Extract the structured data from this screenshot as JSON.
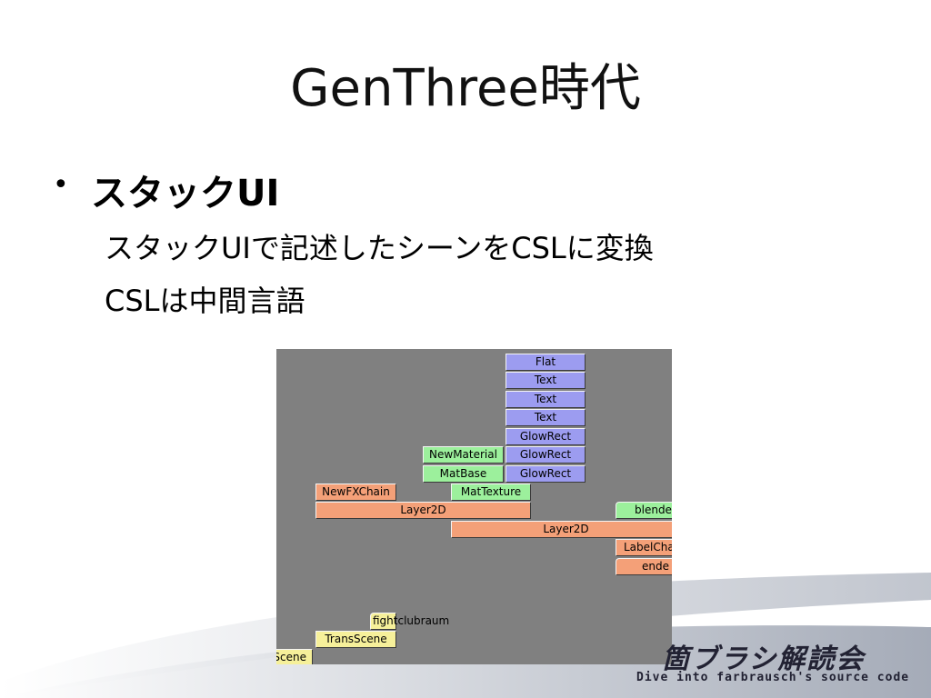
{
  "slide": {
    "title": "GenThree時代",
    "bullet_marker": "•",
    "bullet": "スタックUI",
    "sublines": [
      "スタックUIで記述したシーンをCSLに変換",
      "CSLは中間言語"
    ]
  },
  "stack_ui": {
    "ops": [
      {
        "label": "Flat"
      },
      {
        "label": "Text"
      },
      {
        "label": "Text"
      },
      {
        "label": "Text"
      },
      {
        "label": "GlowRect"
      },
      {
        "label": "NewMaterial"
      },
      {
        "label": "GlowRect"
      },
      {
        "label": "MatBase"
      },
      {
        "label": "GlowRect"
      },
      {
        "label": "NewFXChain"
      },
      {
        "label": "MatTexture"
      },
      {
        "label": "Layer2D"
      },
      {
        "label": "blende"
      },
      {
        "label": "Layer2D"
      },
      {
        "label": "LabelCha"
      },
      {
        "label": "ende"
      },
      {
        "label": "fightclubraum"
      },
      {
        "label": "TransScene"
      },
      {
        "label": "Scene"
      }
    ]
  },
  "logo": {
    "jp": "箇ブラシ解読会",
    "en": "Dive into farbrausch's source code"
  },
  "colors": {
    "panel": "#808080",
    "blue_op": "#9c9cf0",
    "green_op": "#9cf09c",
    "orange_op": "#f4a078",
    "yellow_op": "#f6f09a"
  }
}
